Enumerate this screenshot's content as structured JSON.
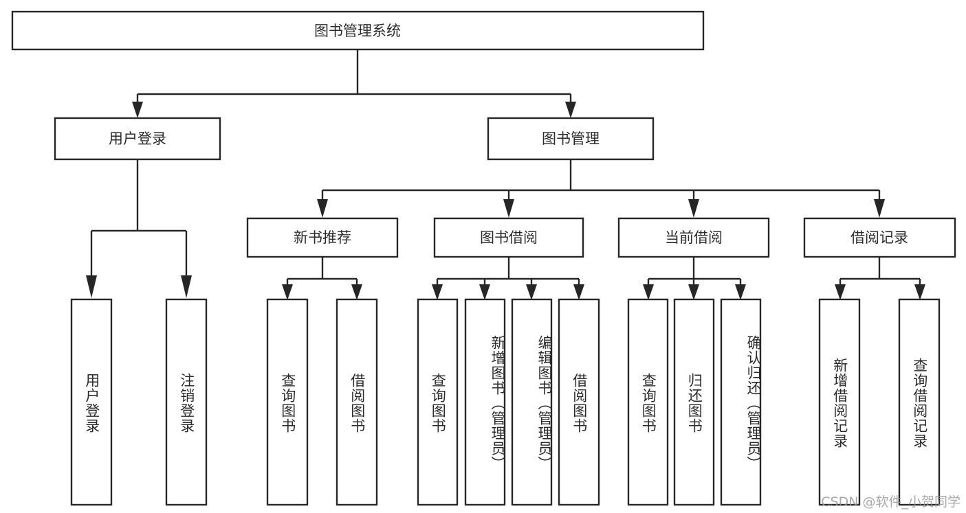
{
  "diagram": {
    "title": "图书管理系统",
    "watermark": "CSDN @软件_小贺同学",
    "accent_color": "#262626",
    "background_color": "#ffffff",
    "box_fill": "#ffffff",
    "text_color": "#2b2b2b",
    "root": {
      "id": "root",
      "label": "图书管理系统",
      "orientation": "horizontal"
    },
    "level2": [
      {
        "id": "user-login",
        "label": "用户登录",
        "orientation": "horizontal"
      },
      {
        "id": "book-management",
        "label": "图书管理",
        "orientation": "horizontal"
      }
    ],
    "level3": [
      {
        "id": "new-book-recommend",
        "label": "新书推荐",
        "orientation": "horizontal",
        "parent": "book-management"
      },
      {
        "id": "book-borrow",
        "label": "图书借阅",
        "orientation": "horizontal",
        "parent": "book-management"
      },
      {
        "id": "current-borrow",
        "label": "当前借阅",
        "orientation": "horizontal",
        "parent": "book-management"
      },
      {
        "id": "borrow-record",
        "label": "借阅记录",
        "orientation": "horizontal",
        "parent": "book-management"
      }
    ],
    "leaves": [
      {
        "id": "leaf-user-login",
        "label": "用户登录",
        "orientation": "vertical",
        "parent": "user-login"
      },
      {
        "id": "leaf-user-logout",
        "label": "注销登录",
        "orientation": "vertical",
        "parent": "user-login"
      },
      {
        "id": "leaf-query-book-1",
        "label": "查询图书",
        "orientation": "vertical",
        "parent": "new-book-recommend"
      },
      {
        "id": "leaf-borrow-book-1",
        "label": "借阅图书",
        "orientation": "vertical",
        "parent": "new-book-recommend"
      },
      {
        "id": "leaf-query-book-2",
        "label": "查询图书",
        "orientation": "vertical",
        "parent": "book-borrow"
      },
      {
        "id": "leaf-add-book",
        "label": "新增图书（管理员）",
        "orientation": "vertical",
        "parent": "book-borrow"
      },
      {
        "id": "leaf-edit-book",
        "label": "编辑图书（管理员）",
        "orientation": "vertical",
        "parent": "book-borrow"
      },
      {
        "id": "leaf-borrow-book-2",
        "label": "借阅图书",
        "orientation": "vertical",
        "parent": "book-borrow"
      },
      {
        "id": "leaf-query-book-3",
        "label": "查询图书",
        "orientation": "vertical",
        "parent": "current-borrow"
      },
      {
        "id": "leaf-return-book",
        "label": "归还图书",
        "orientation": "vertical",
        "parent": "current-borrow"
      },
      {
        "id": "leaf-confirm-return",
        "label": "确认归还（管理员）",
        "orientation": "vertical",
        "parent": "current-borrow"
      },
      {
        "id": "leaf-add-record",
        "label": "新增借阅记录",
        "orientation": "vertical",
        "parent": "borrow-record"
      },
      {
        "id": "leaf-query-record",
        "label": "查询借阅记录",
        "orientation": "vertical",
        "parent": "borrow-record"
      }
    ]
  }
}
